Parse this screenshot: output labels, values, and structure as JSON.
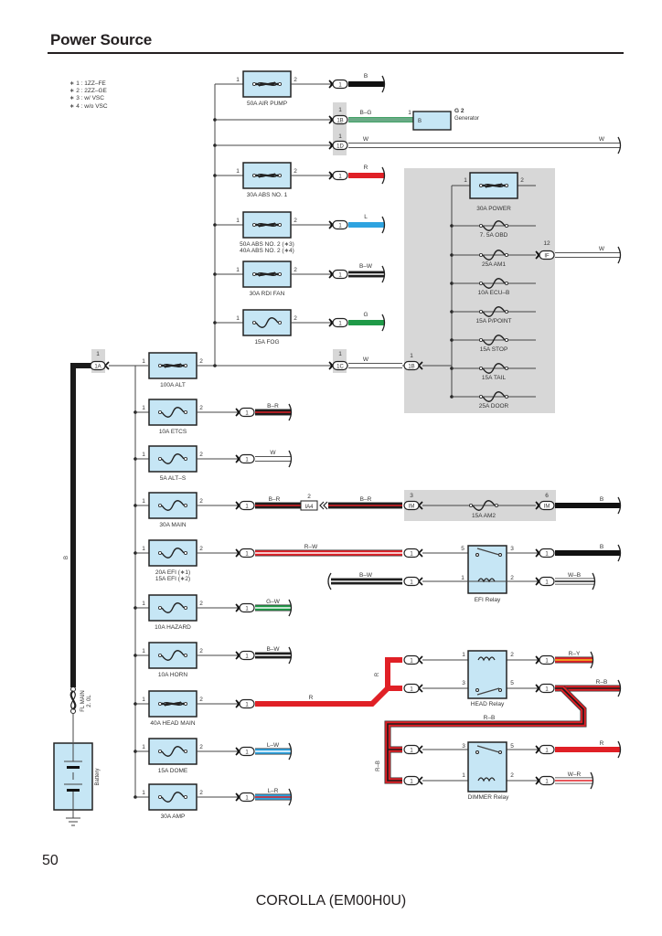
{
  "page": {
    "title": "Power Source",
    "page_number": "50",
    "footer": "COROLLA (EM00H0U)"
  },
  "notes": [
    "∗ 1 : 1ZZ–FE",
    "∗ 2 : 2ZZ–GE",
    "∗ 3 : w/ VSC",
    "∗ 4 : w/o VSC"
  ],
  "colors": {
    "fuse_fill": "#c6e6f5",
    "junction_block": "#d7d7d7",
    "wire_black": "#1a1a1a",
    "wire_red": "#e02026",
    "wire_blue": "#2ea3e0",
    "wire_green": "#1f9a48",
    "wire_green_gray": "#6aaa86",
    "wire_yellow": "#f3c01b",
    "wire_white": "#ffffff",
    "wire_pink": "#f4b6b6"
  },
  "battery": {
    "label": "Battery",
    "fusible_link": "FL MAIN",
    "fusible_link_size": "2. 0L",
    "main_wire_color": "B",
    "connector": "1A",
    "connector_pin": "1"
  },
  "upper_fuses": [
    {
      "label": "50A AIR PUMP",
      "type": "heavy",
      "pin_in": "1",
      "pin_out": "2",
      "connector": "1",
      "wire": "B"
    },
    {
      "label": "30A ABS NO. 1",
      "type": "heavy",
      "pin_in": "1",
      "pin_out": "2",
      "connector": "1",
      "wire": "R"
    },
    {
      "label": "50A ABS NO. 2 (∗3)",
      "label2": "40A ABS NO. 2 (∗4)",
      "type": "heavy",
      "pin_in": "1",
      "pin_out": "2",
      "connector": "1",
      "wire": "L"
    },
    {
      "label": "30A RDI FAN",
      "type": "heavy",
      "pin_in": "1",
      "pin_out": "2",
      "connector": "1",
      "wire": "B–W"
    },
    {
      "label": "15A FOG",
      "type": "light",
      "pin_in": "1",
      "pin_out": "2",
      "connector": "1",
      "wire": "G"
    }
  ],
  "generator": {
    "code": "G 2",
    "name": "Generator",
    "terminal": "B",
    "terminal_pin": "1",
    "connector": "1B",
    "connector_pin": "1",
    "wire": "B–G"
  },
  "pass_through": {
    "connector": "1D",
    "connector_pin": "1",
    "wire_left": "W",
    "wire_right": "W"
  },
  "alt_link": {
    "connector": "1C",
    "connector_pin": "1",
    "wire": "W",
    "block_connector": "1B",
    "block_connector_pin": "1"
  },
  "junction_block": {
    "fuses": [
      {
        "label": "30A POWER",
        "type": "heavy",
        "pin_in": "1",
        "pin_out": "2"
      },
      {
        "label": "7. 5A OBD",
        "type": "light"
      },
      {
        "label": "25A AM1",
        "type": "light"
      },
      {
        "label": "10A ECU–B",
        "type": "light"
      },
      {
        "label": "15A P/POINT",
        "type": "light"
      },
      {
        "label": "15A STOP",
        "type": "light"
      },
      {
        "label": "15A TAIL",
        "type": "light"
      },
      {
        "label": "25A DOOR",
        "type": "light"
      }
    ],
    "am1_connector": "IF",
    "am1_pin": "12",
    "am1_wire": "W"
  },
  "main_fuses": [
    {
      "label": "100A ALT",
      "type": "heavy",
      "pin_in": "1",
      "pin_out": "2"
    },
    {
      "label": "10A ETCS",
      "type": "light",
      "pin_in": "1",
      "pin_out": "2",
      "connector": "1",
      "wire": "B–R"
    },
    {
      "label": "5A ALT–S",
      "type": "light",
      "pin_in": "1",
      "pin_out": "2",
      "connector": "1",
      "wire": "W"
    },
    {
      "label": "30A MAIN",
      "type": "light",
      "pin_in": "1",
      "pin_out": "2",
      "connector": "1",
      "wire": "B–R"
    },
    {
      "label": "20A EFI (∗1)",
      "label2": "15A EFI (∗2)",
      "type": "light",
      "pin_in": "1",
      "pin_out": "2",
      "connector": "1",
      "wire": "R–W"
    },
    {
      "label": "10A HAZARD",
      "type": "light",
      "pin_in": "1",
      "pin_out": "2",
      "connector": "1",
      "wire": "G–W"
    },
    {
      "label": "10A HORN",
      "type": "light",
      "pin_in": "1",
      "pin_out": "2",
      "connector": "1",
      "wire": "B–W"
    },
    {
      "label": "40A HEAD MAIN",
      "type": "heavy",
      "pin_in": "1",
      "pin_out": "2",
      "connector": "1",
      "wire": "R"
    },
    {
      "label": "15A DOME",
      "type": "light",
      "pin_in": "1",
      "pin_out": "2",
      "connector": "1",
      "wire": "L–W"
    },
    {
      "label": "30A AMP",
      "type": "light",
      "pin_in": "1",
      "pin_out": "2",
      "connector": "1",
      "wire": "L–R"
    }
  ],
  "am2": {
    "joint": "IA4",
    "joint_pin": "2",
    "wire_left": "B–R",
    "wire_mid": "B–R",
    "fuse_label": "15A AM2",
    "connector_in": "IM",
    "connector_in_pin": "3",
    "connector_out": "IM",
    "connector_out_pin": "6",
    "wire_out": "B"
  },
  "efi_relay": {
    "label": "EFI Relay",
    "pins": {
      "p5": "5",
      "p3": "3",
      "p1": "1",
      "p2": "2"
    },
    "wire_out_switch": "B",
    "wire_in_coil": "B–W",
    "wire_out_coil": "W–B"
  },
  "head_relay": {
    "label": "HEAD Relay",
    "pins": {
      "p1": "1",
      "p2": "2",
      "p3": "3",
      "p5": "5"
    },
    "wire_in": "R",
    "wire_coil_out": "R–Y",
    "wire_switch_out": "R–B",
    "wire_loop": "R–B"
  },
  "dimmer_relay": {
    "label": "DIMMER Relay",
    "pins": {
      "p3": "3",
      "p5": "5",
      "p1": "1",
      "p2": "2"
    },
    "wire_in": "R–B",
    "wire_switch_out": "R",
    "wire_coil_out": "W–R"
  }
}
